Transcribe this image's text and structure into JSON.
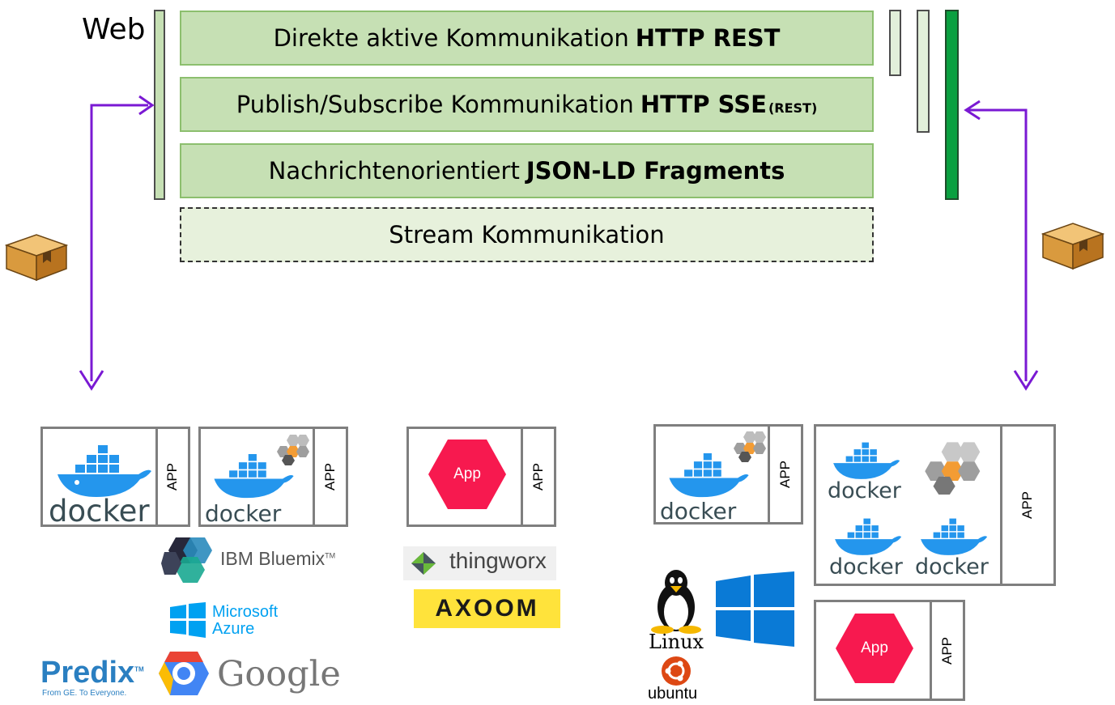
{
  "web_label": "Web",
  "layers": [
    {
      "text": "Direkte aktive Kommunikation",
      "bold": "HTTP REST",
      "small": ""
    },
    {
      "text": "Publish/Subscribe Kommunikation",
      "bold": "HTTP SSE",
      "small": "(REST)"
    },
    {
      "text": "Nachrichtenorientiert",
      "bold": "JSON-LD Fragments",
      "small": ""
    },
    {
      "text": "Stream Kommunikation",
      "bold": "",
      "small": ""
    }
  ],
  "colors": {
    "layer_fill": "#c6e0b4",
    "layer_border": "#8cbf6e",
    "arrow": "#7a19d3",
    "dark_green_bar": "#0aa040",
    "app_hex": "#f7194f",
    "docker_blue": "#2496ed"
  },
  "container_label": "APP",
  "docker_word": "docker",
  "app_hex_label": "App",
  "platform_logos": {
    "bluemix": "IBM Bluemix",
    "bluemix_tm": "TM",
    "azure_line1": "Microsoft",
    "azure_line2": "Azure",
    "predix": "Predix",
    "predix_tm": "TM",
    "predix_tagline": "From GE. To Everyone.",
    "google": "Google",
    "thingworx": "thingworx",
    "axoom": "AXOOM",
    "linux": "Linux",
    "ubuntu": "ubuntu"
  },
  "icons": [
    "package-box-icon",
    "docker-whale-icon",
    "hexagon-cluster-icon",
    "windows-logo-icon",
    "tux-penguin-icon",
    "ubuntu-logo-icon"
  ]
}
